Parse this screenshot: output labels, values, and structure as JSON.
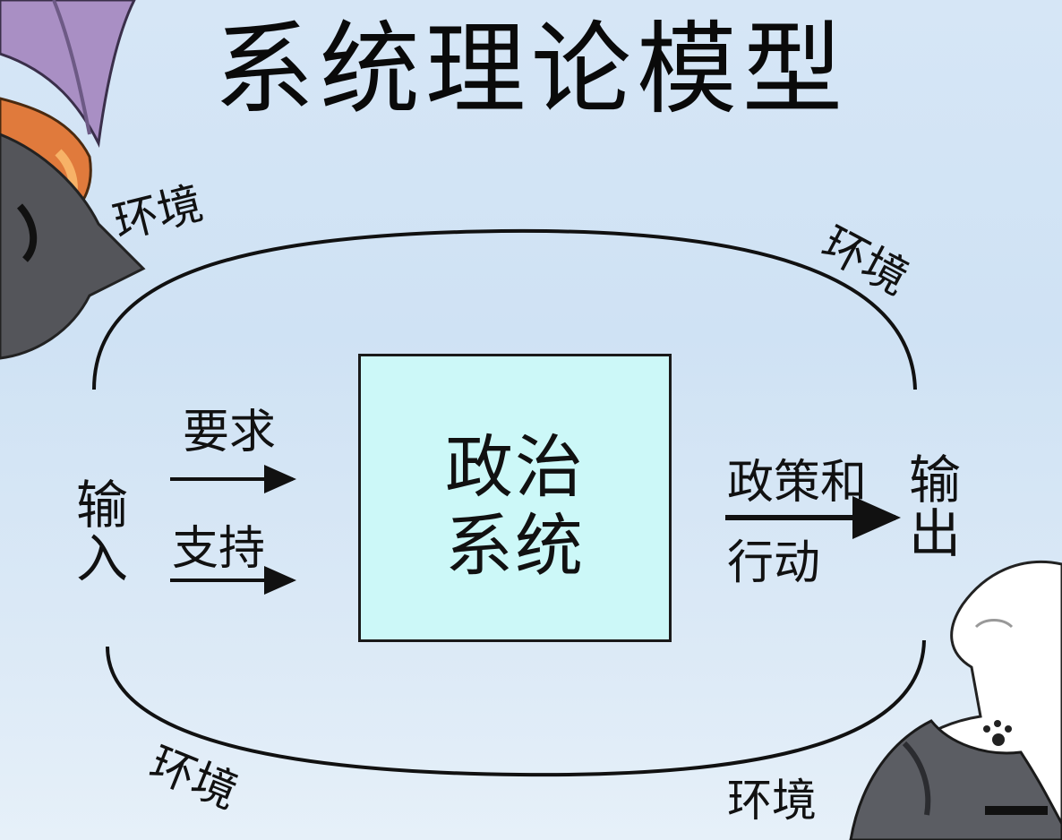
{
  "title": "系统理论模型",
  "environment_label": "环境",
  "input_label": "输入",
  "output_label": "输出",
  "inputs": [
    "要求",
    "支持"
  ],
  "system": {
    "line1": "政治",
    "line2": "系统"
  },
  "outputs": {
    "line1": "政策和",
    "line2": "行动"
  },
  "colors": {
    "box_fill": "#ccf8f8",
    "line": "#111111",
    "background": "#d6e6f6"
  },
  "decorations": [
    "cartoon-character-top-left",
    "cartoon-character-bottom-right"
  ]
}
